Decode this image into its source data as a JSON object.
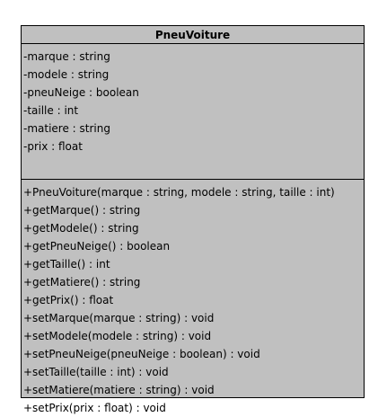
{
  "class": {
    "name": "PneuVoiture",
    "attributes": [
      "-marque : string",
      "-modele : string",
      "-pneuNeige : boolean",
      "-taille : int",
      "-matiere : string",
      "-prix : float"
    ],
    "operations": [
      "+PneuVoiture(marque : string, modele : string, taille : int)",
      "+getMarque() : string",
      "+getModele() : string",
      "+getPneuNeige() : boolean",
      "+getTaille() : int",
      "+getMatiere() : string",
      "+getPrix() : float",
      "+setMarque(marque : string) : void",
      "+setModele(modele : string) : void",
      "+setPneuNeige(pneuNeige : boolean) : void",
      "+setTaille(taille : int) : void",
      "+setMatiere(matiere : string) : void",
      "+setPrix(prix : float) : void"
    ]
  },
  "colors": {
    "fill": "#c0c0c0",
    "border": "#000000",
    "text": "#000000"
  }
}
